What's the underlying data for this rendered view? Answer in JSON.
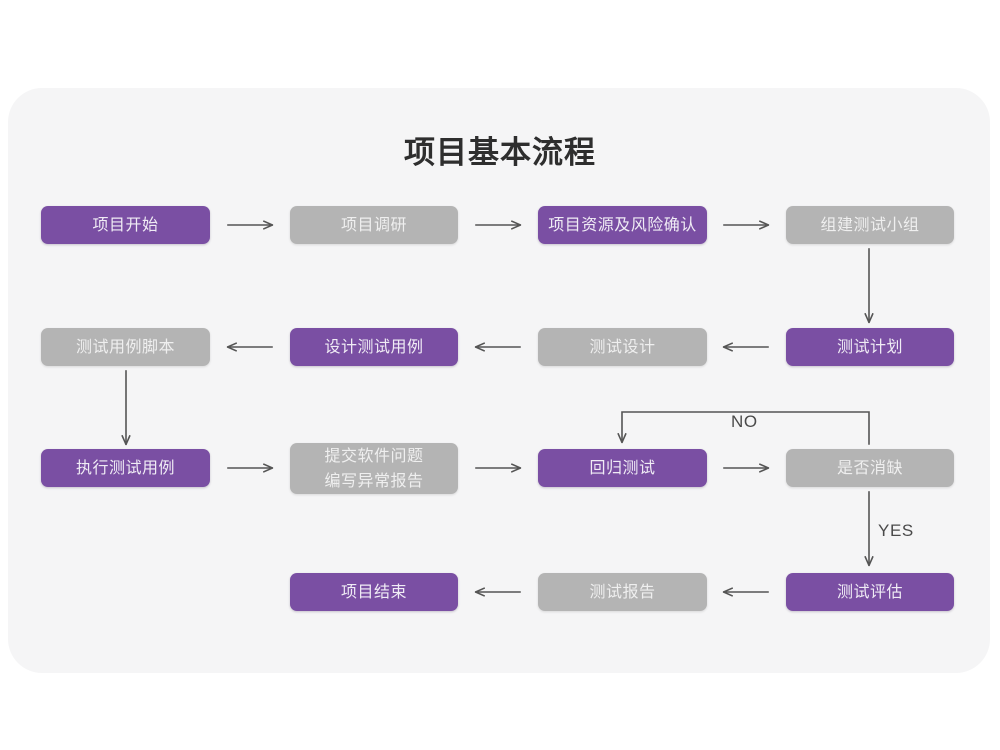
{
  "title": "项目基本流程",
  "colors": {
    "purple": "#7a4fa3",
    "gray": "#b4b4b4",
    "panel_bg": "#f5f5f6",
    "page_bg": "#ffffff",
    "arrow": "#555555",
    "title_text": "#2e2e2e"
  },
  "nodes": [
    {
      "id": "start",
      "label": "项目开始",
      "style": "purple",
      "row": 1,
      "col": 1
    },
    {
      "id": "research",
      "label": "项目调研",
      "style": "gray",
      "row": 1,
      "col": 2
    },
    {
      "id": "resource",
      "label": "项目资源及风险确认",
      "style": "purple",
      "row": 1,
      "col": 3
    },
    {
      "id": "team",
      "label": "组建测试小组",
      "style": "gray",
      "row": 1,
      "col": 4
    },
    {
      "id": "script",
      "label": "测试用例脚本",
      "style": "gray",
      "row": 2,
      "col": 1
    },
    {
      "id": "designcase",
      "label": "设计测试用例",
      "style": "purple",
      "row": 2,
      "col": 2
    },
    {
      "id": "testdesign",
      "label": "测试设计",
      "style": "gray",
      "row": 2,
      "col": 3
    },
    {
      "id": "testplan",
      "label": "测试计划",
      "style": "purple",
      "row": 2,
      "col": 4
    },
    {
      "id": "execute",
      "label": "执行测试用例",
      "style": "purple",
      "row": 3,
      "col": 1
    },
    {
      "id": "submitbug",
      "label": "提交软件问题\n编写异常报告",
      "style": "gray",
      "row": 3,
      "col": 2
    },
    {
      "id": "regression",
      "label": "回归测试",
      "style": "purple",
      "row": 3,
      "col": 3
    },
    {
      "id": "resolved",
      "label": "是否消缺",
      "style": "gray",
      "row": 3,
      "col": 4
    },
    {
      "id": "projectend",
      "label": "项目结束",
      "style": "purple",
      "row": 4,
      "col": 2
    },
    {
      "id": "testreport",
      "label": "测试报告",
      "style": "gray",
      "row": 4,
      "col": 3
    },
    {
      "id": "evaluation",
      "label": "测试评估",
      "style": "purple",
      "row": 4,
      "col": 4
    }
  ],
  "edge_labels": {
    "no": "NO",
    "yes": "YES"
  }
}
